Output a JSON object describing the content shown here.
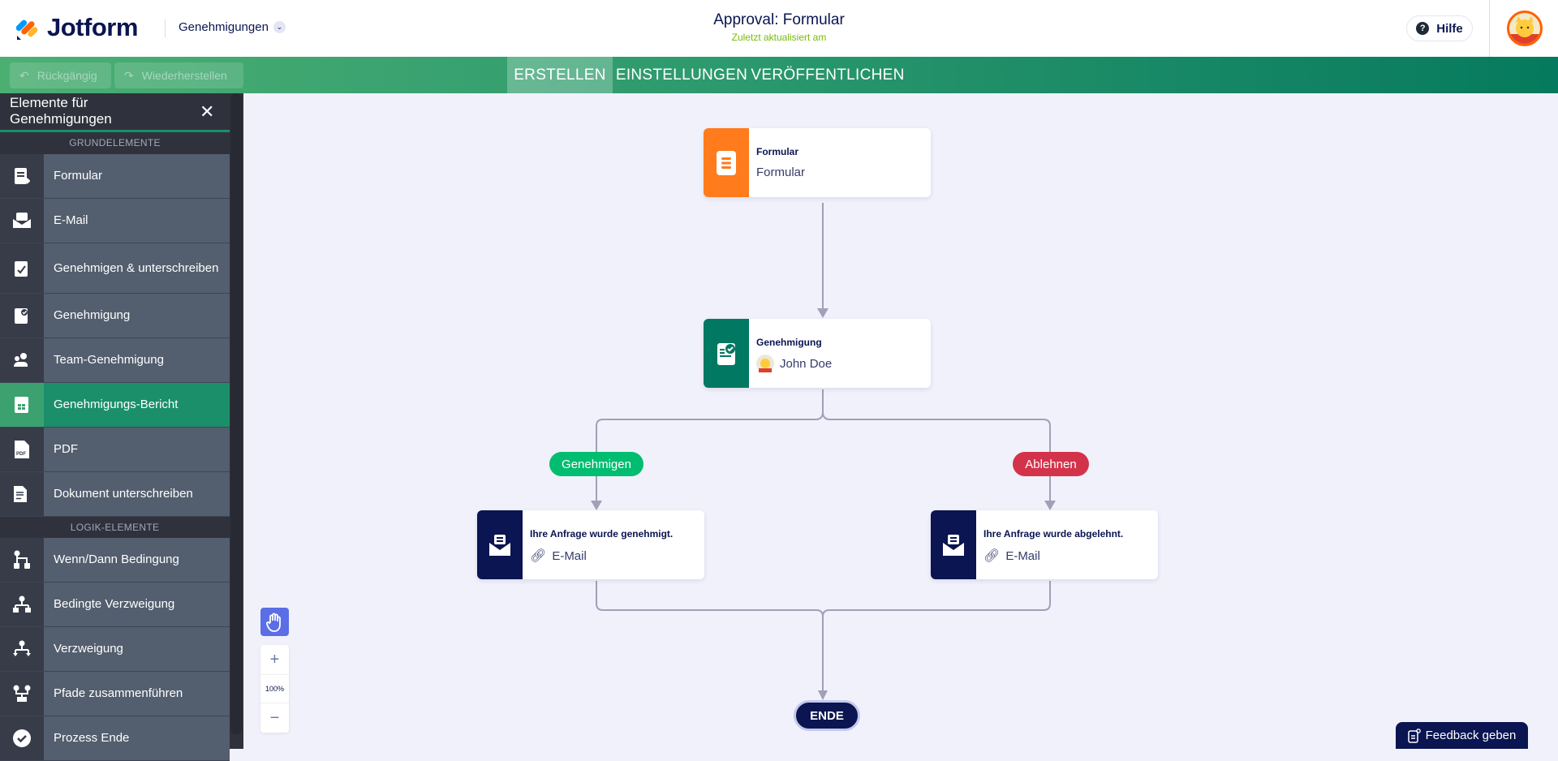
{
  "header": {
    "logo": "Jotform",
    "context": "Genehmigungen",
    "title": "Approval: Formular",
    "subtitle": "Zuletzt aktualisiert am",
    "help": "Hilfe"
  },
  "toolbar": {
    "undo": "Rückgängig",
    "redo": "Wiederherstellen",
    "tabs": [
      {
        "label": "ERSTELLEN",
        "active": true
      },
      {
        "label": "EINSTELLUNGEN"
      },
      {
        "label": "VERÖFFENTLICHEN"
      }
    ]
  },
  "sidebar": {
    "title_line1": "Elemente für",
    "title_line2": "Genehmigungen",
    "section1": "GRUNDELEMENTE",
    "section2": "LOGIK-ELEMENTE",
    "items": [
      {
        "label": "Formular",
        "icon": "form-icon"
      },
      {
        "label": "E-Mail",
        "icon": "email-icon"
      },
      {
        "label": "Genehmigen & unterschreiben",
        "icon": "approve-sign-icon"
      },
      {
        "label": "Genehmigung",
        "icon": "approval-icon"
      },
      {
        "label": "Team-Genehmigung",
        "icon": "team-approval-icon"
      },
      {
        "label": "Genehmigungs-Bericht",
        "icon": "report-icon",
        "active": true
      },
      {
        "label": "PDF",
        "icon": "pdf-icon"
      },
      {
        "label": "Dokument unterschreiben",
        "icon": "sign-document-icon"
      }
    ],
    "logic_items": [
      {
        "label": "Wenn/Dann Bedingung",
        "icon": "if-then-icon"
      },
      {
        "label": "Bedingte Verzweigung",
        "icon": "conditional-branch-icon"
      },
      {
        "label": "Verzweigung",
        "icon": "branch-icon"
      },
      {
        "label": "Pfade zusammenführen",
        "icon": "merge-paths-icon"
      },
      {
        "label": "Prozess Ende",
        "icon": "process-end-icon"
      }
    ]
  },
  "flow": {
    "form_node": {
      "title": "Formular",
      "subtitle": "Formular",
      "color": "#ff7b1c"
    },
    "approval_node": {
      "title": "Genehmigung",
      "subtitle": "John Doe",
      "color": "#007862"
    },
    "approve_label": "Genehmigen",
    "approve_color": "#01bd6f",
    "reject_label": "Ablehnen",
    "reject_color": "#d3334a",
    "email_approved": {
      "title": "Ihre Anfrage wurde genehmigt.",
      "subtitle": "E-Mail"
    },
    "email_rejected": {
      "title": "Ihre Anfrage wurde abgelehnt.",
      "subtitle": "E-Mail"
    },
    "end": "ENDE"
  },
  "zoom": {
    "level": "100%",
    "plus": "+",
    "minus": "−"
  },
  "feedback": "Feedback geben"
}
